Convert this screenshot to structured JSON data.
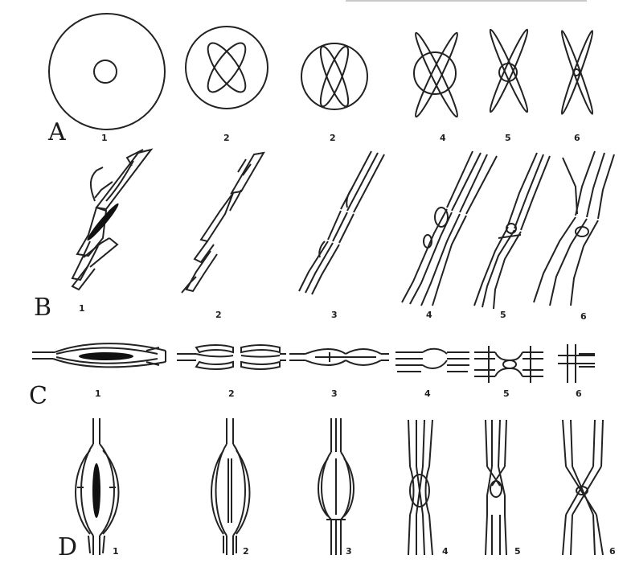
{
  "stroke_color": "#222222",
  "fill_color": "#111111",
  "rows": [
    {
      "label": "A",
      "figures": [
        {
          "number": "1",
          "stage": "circle-with-small-ring"
        },
        {
          "number": "2",
          "stage": "circle-with-crossed-loops"
        },
        {
          "number": "2",
          "stage": "circle-with-crossed-bands"
        },
        {
          "number": "4",
          "stage": "cross-with-ring"
        },
        {
          "number": "5",
          "stage": "cross-with-small-ring"
        },
        {
          "number": "6",
          "stage": "cross"
        }
      ]
    },
    {
      "label": "B",
      "figures": [
        {
          "number": "1",
          "stage": "diagonal-spindle-with-branches"
        },
        {
          "number": "2",
          "stage": "diagonal-split-bands"
        },
        {
          "number": "3",
          "stage": "diagonal-paired-bands"
        },
        {
          "number": "4",
          "stage": "diagonal-bands-with-knot"
        },
        {
          "number": "5",
          "stage": "diagonal-bands-crossing"
        },
        {
          "number": "6",
          "stage": "diagonal-bands-diverging"
        }
      ]
    },
    {
      "label": "C",
      "figures": [
        {
          "number": "1",
          "stage": "horizontal-spindle"
        },
        {
          "number": "2",
          "stage": "horizontal-split"
        },
        {
          "number": "3",
          "stage": "horizontal-joined"
        },
        {
          "number": "4",
          "stage": "horizontal-knot"
        },
        {
          "number": "5",
          "stage": "horizontal-bridge"
        },
        {
          "number": "6",
          "stage": "horizontal-ladder"
        }
      ]
    },
    {
      "label": "D",
      "figures": [
        {
          "number": "1",
          "stage": "vertical-spindle"
        },
        {
          "number": "2",
          "stage": "vertical-spindle-open"
        },
        {
          "number": "3",
          "stage": "vertical-spindle-narrow"
        },
        {
          "number": "4",
          "stage": "vertical-crossing"
        },
        {
          "number": "5",
          "stage": "vertical-crossing-knot"
        },
        {
          "number": "6",
          "stage": "vertical-x"
        }
      ]
    }
  ]
}
